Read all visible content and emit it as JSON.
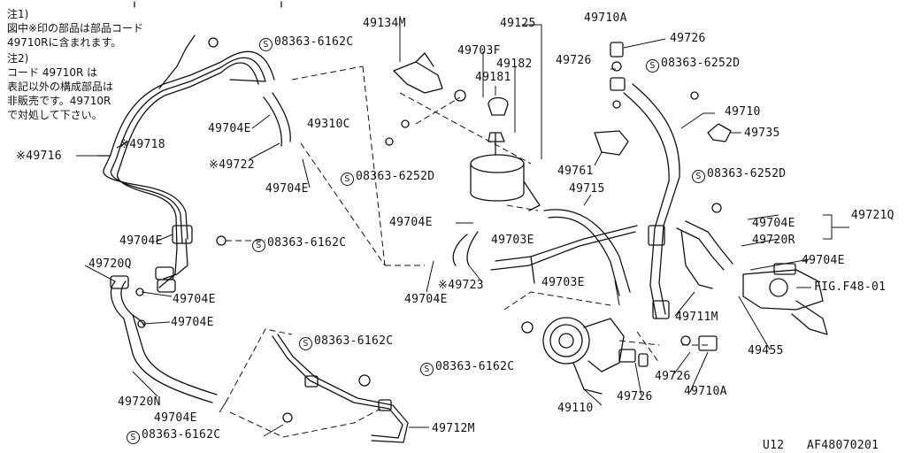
{
  "notes": {
    "note1": [
      "注1)",
      "図中※印の部品は部品コード",
      "49710Rに含まれます。"
    ],
    "note2": [
      "注2)",
      "コード 49710R は",
      "表記以外の構成部品は",
      "非販売です。49710R",
      "で対処して下さい。"
    ]
  },
  "parts": {
    "p49134M": "49134M",
    "p49125": "49125",
    "p49710A_top": "49710A",
    "p49726_top": "49726",
    "s08363_6162C_top": "08363-6162C",
    "p49703F": "49703F",
    "p49182": "49182",
    "p49181": "49181",
    "p49726_mid": "49726",
    "s08363_6252D_top": "08363-6252D",
    "p49710": "49710",
    "p49735": "49735",
    "p49704E_a": "49704E",
    "p49310C": "49310C",
    "p49718": "※49718",
    "p49716": "※49716",
    "p49722": "※49722",
    "s08363_6252D_mid": "08363-6252D",
    "p49761": "49761",
    "s08363_6252D_right": "08363-6252D",
    "p49704E_b": "49704E",
    "p49715": "49715",
    "p49704E_c": "49704E",
    "p49721Q": "49721Q",
    "p49704E_d": "49704E",
    "s08363_6162C_mid": "08363-6162C",
    "p49703E_a": "49703E",
    "p49704E_e": "49704E",
    "p49720R": "49720R",
    "p49720Q": "49720Q",
    "p49704E_f": "49704E",
    "p49723": "※49723",
    "p49704E_g": "49704E",
    "p49703E_b": "49703E",
    "p49704E_h": "49704E",
    "fig_ref": "FIG.F48-01",
    "p49704E_i": "49704E",
    "p49711M": "49711M",
    "p49455": "49455",
    "s08363_6162C_low": "08363-6162C",
    "s08363_6162C_center": "08363-6162C",
    "p49726_low": "49726",
    "p49720N": "49720N",
    "p49710A_low": "49710A",
    "p49110": "49110",
    "p49726_bottom": "49726",
    "p49704E_j": "49704E",
    "p49712M": "49712M",
    "s08363_6162C_bottom": "08363-6162C"
  },
  "std_symbol": "S",
  "footer": {
    "left": "U12",
    "right": "AF48070201"
  }
}
